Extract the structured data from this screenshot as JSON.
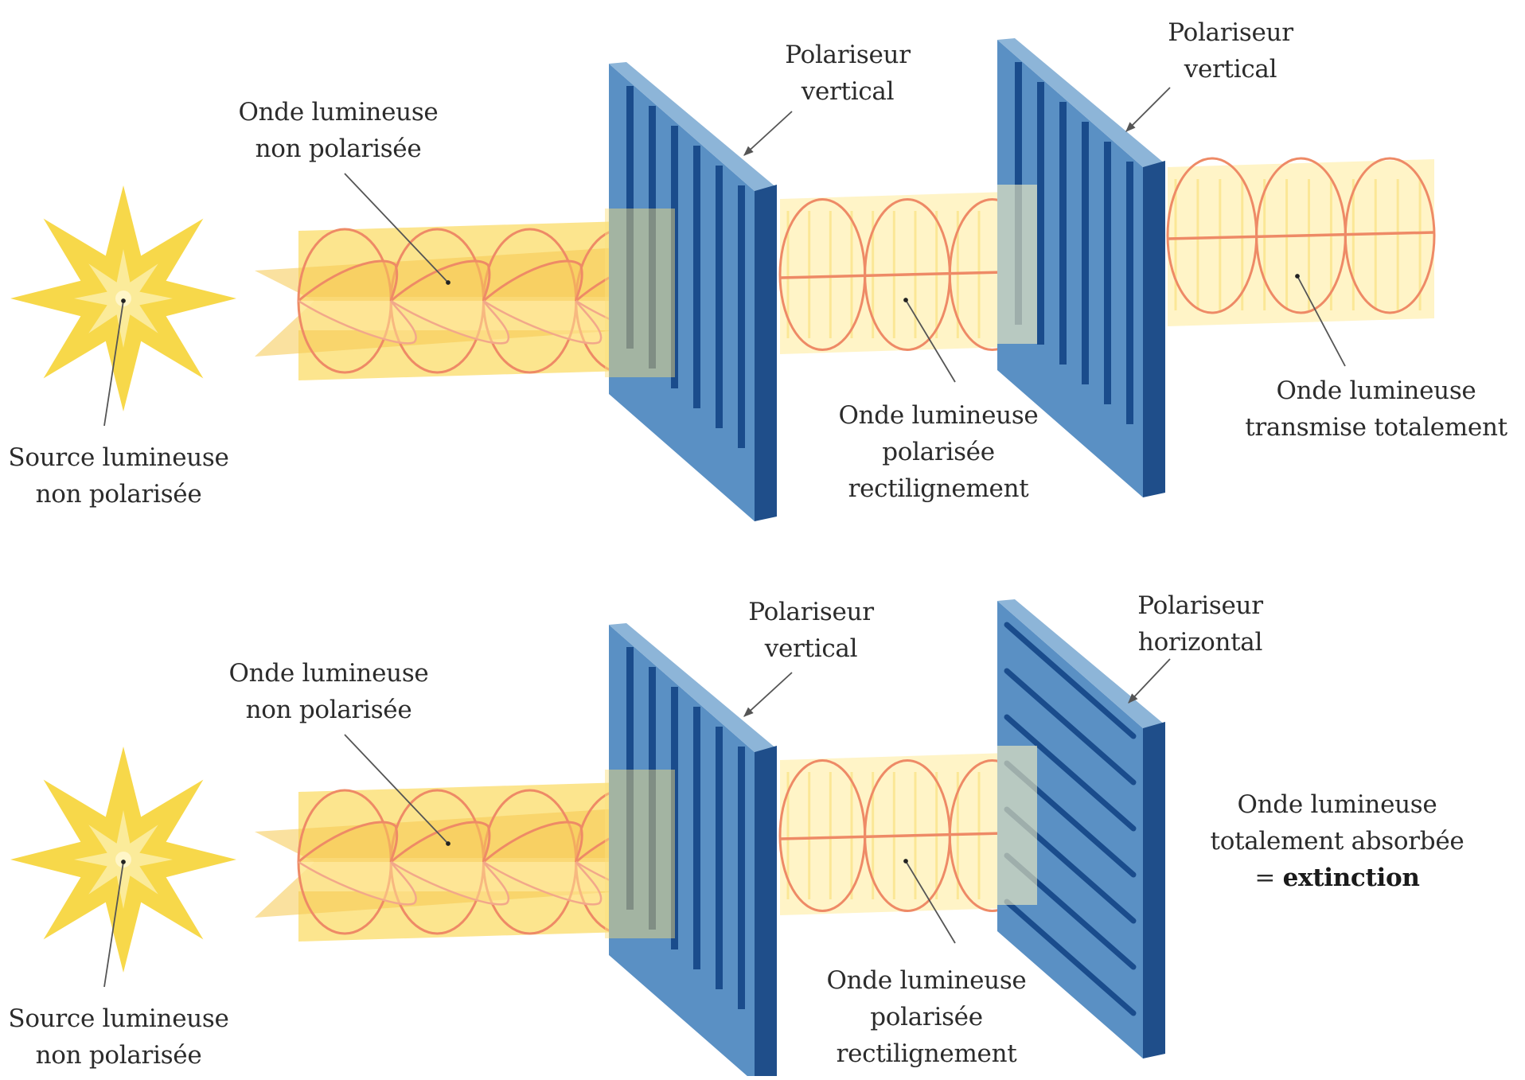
{
  "colors": {
    "background": "#ffffff",
    "star_outer": "#F7D84A",
    "star_inner": "#FBEB9A",
    "star_core": "#FFF6C8",
    "beam_unpolarized": "#FCE07A",
    "beam_unpolarized_dark": "#F6C850",
    "beam_polarized": "#FFF3C4",
    "wave_line": "#EE8A66",
    "polarizer_face": "#5A90C4",
    "polarizer_top": "#8DB5D8",
    "polarizer_side": "#1F4E8A",
    "polarizer_slit": "#1A4C8C",
    "text": "#2b2b2b",
    "pointer": "#555555"
  },
  "panels": [
    {
      "id": "top",
      "title": "Deux polariseurs parallèles",
      "labels": {
        "source": [
          "Source lumineuse",
          "non polarisée"
        ],
        "unpolarized_wave": [
          "Onde lumineuse",
          "non polarisée"
        ],
        "polarizer_1": [
          "Polariseur",
          "vertical"
        ],
        "polarized_wave": [
          "Onde lumineuse",
          "polarisée",
          "rectilignement"
        ],
        "polarizer_2": [
          "Polariseur",
          "vertical"
        ],
        "result": [
          "Onde lumineuse",
          "transmise totalement"
        ]
      },
      "polarizer_1_orientation": "vertical",
      "polarizer_2_orientation": "vertical",
      "outcome": "transmitted"
    },
    {
      "id": "bottom",
      "title": "Deux polariseurs croisés",
      "labels": {
        "source": [
          "Source lumineuse",
          "non polarisée"
        ],
        "unpolarized_wave": [
          "Onde lumineuse",
          "non polarisée"
        ],
        "polarizer_1": [
          "Polariseur",
          "vertical"
        ],
        "polarized_wave": [
          "Onde lumineuse",
          "polarisée",
          "rectilignement"
        ],
        "polarizer_2": [
          "Polariseur",
          "horizontal"
        ],
        "result": [
          "Onde lumineuse",
          "totalement absorbée"
        ],
        "result_emphasis_prefix": "= ",
        "result_emphasis": "extinction"
      },
      "polarizer_1_orientation": "vertical",
      "polarizer_2_orientation": "horizontal",
      "outcome": "extinction"
    }
  ]
}
